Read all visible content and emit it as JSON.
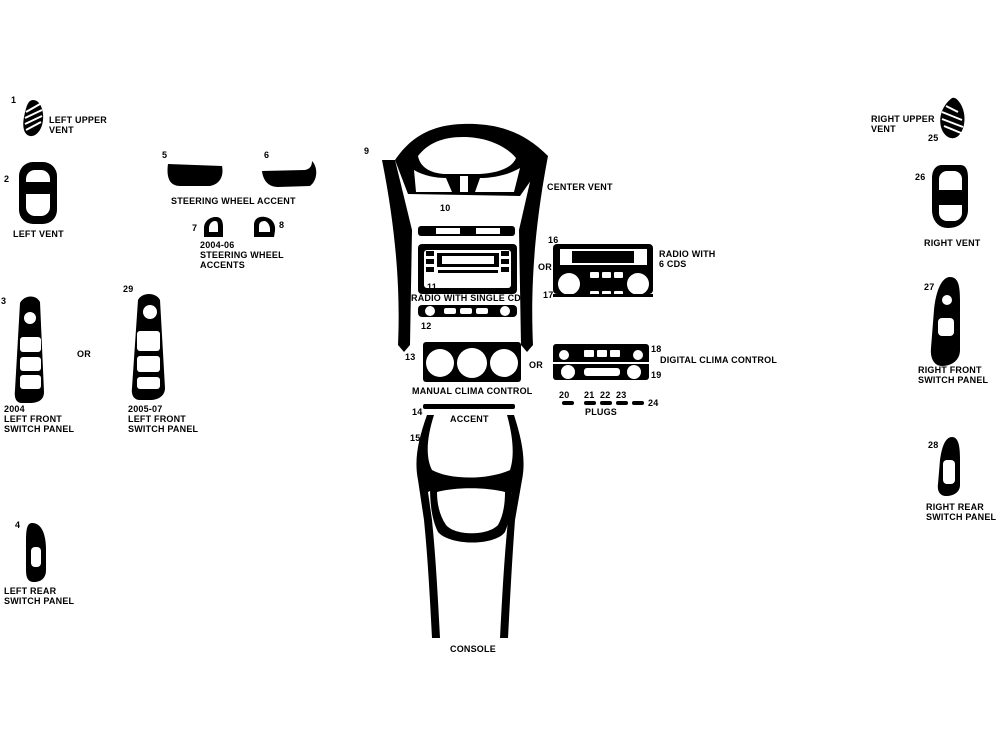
{
  "colors": {
    "part": "#000000",
    "background": "#ffffff"
  },
  "parts": {
    "p1": {
      "num": "1",
      "label": "LEFT UPPER\nVENT"
    },
    "p2": {
      "num": "2",
      "label": "LEFT VENT"
    },
    "p3": {
      "num": "3",
      "label": "2004\nLEFT FRONT\nSWITCH PANEL"
    },
    "p4": {
      "num": "4",
      "label": "LEFT REAR\nSWITCH PANEL"
    },
    "p5": {
      "num": "5"
    },
    "p6": {
      "num": "6",
      "label": "STEERING WHEEL ACCENT"
    },
    "p7": {
      "num": "7"
    },
    "p8": {
      "num": "8",
      "label": "2004-06\nSTEERING WHEEL\nACCENTS"
    },
    "p9": {
      "num": "9",
      "label": "CENTER VENT"
    },
    "p10": {
      "num": "10"
    },
    "p11": {
      "num": "11",
      "label": "RADIO WITH SINGLE CD"
    },
    "p12": {
      "num": "12"
    },
    "p13": {
      "num": "13",
      "label": "MANUAL CLIMA CONTROL"
    },
    "p14": {
      "num": "14",
      "label": "ACCENT"
    },
    "p15": {
      "num": "15",
      "label": "CONSOLE"
    },
    "p16": {
      "num": "16",
      "label": "RADIO WITH\n6 CDS"
    },
    "p17": {
      "num": "17"
    },
    "p18": {
      "num": "18",
      "label": "DIGITAL CLIMA CONTROL"
    },
    "p19": {
      "num": "19"
    },
    "p20": {
      "num": "20"
    },
    "p21": {
      "num": "21"
    },
    "p22": {
      "num": "22"
    },
    "p23": {
      "num": "23"
    },
    "p24": {
      "num": "24",
      "label": "PLUGS"
    },
    "p25": {
      "num": "25",
      "label": "RIGHT UPPER\nVENT"
    },
    "p26": {
      "num": "26",
      "label": "RIGHT VENT"
    },
    "p27": {
      "num": "27",
      "label": "RIGHT FRONT\nSWITCH PANEL"
    },
    "p28": {
      "num": "28",
      "label": "RIGHT REAR\nSWITCH PANEL"
    },
    "p29": {
      "num": "29",
      "label": "2005-07\nLEFT FRONT\nSWITCH PANEL"
    }
  },
  "or_labels": {
    "switch_panel": "OR",
    "radio": "OR",
    "clima": "OR"
  }
}
